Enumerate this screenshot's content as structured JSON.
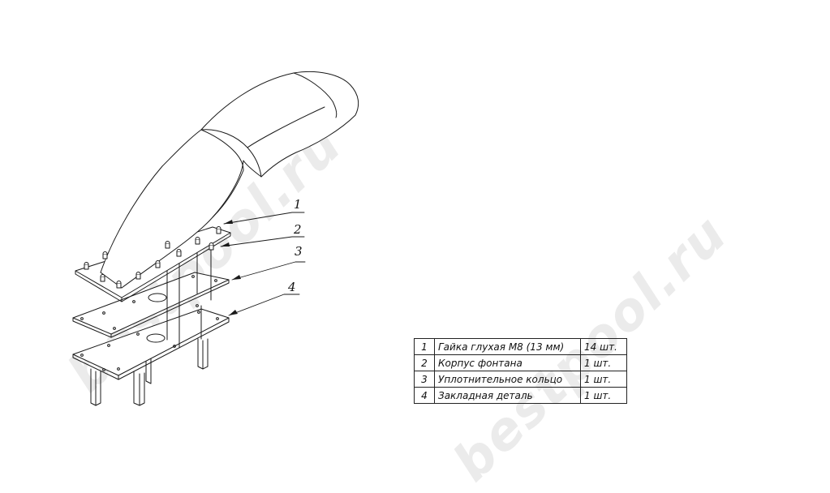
{
  "watermark": {
    "text_1": "bestpool.ru",
    "text_2": "bestpool.ru"
  },
  "callouts": [
    "1",
    "2",
    "3",
    "4"
  ],
  "parts_table": [
    {
      "num": "1",
      "name": "Гайка глухая М8 (13 мм)",
      "qty": "14 шт."
    },
    {
      "num": "2",
      "name": "Корпус фонтана",
      "qty": "1 шт."
    },
    {
      "num": "3",
      "name": "Уплотнительное кольцо",
      "qty": "1 шт."
    },
    {
      "num": "4",
      "name": "Закладная деталь",
      "qty": "1 шт."
    }
  ],
  "colors": {
    "line": "#1a1a1a",
    "watermark": "#ebebeb",
    "background": "#ffffff"
  }
}
